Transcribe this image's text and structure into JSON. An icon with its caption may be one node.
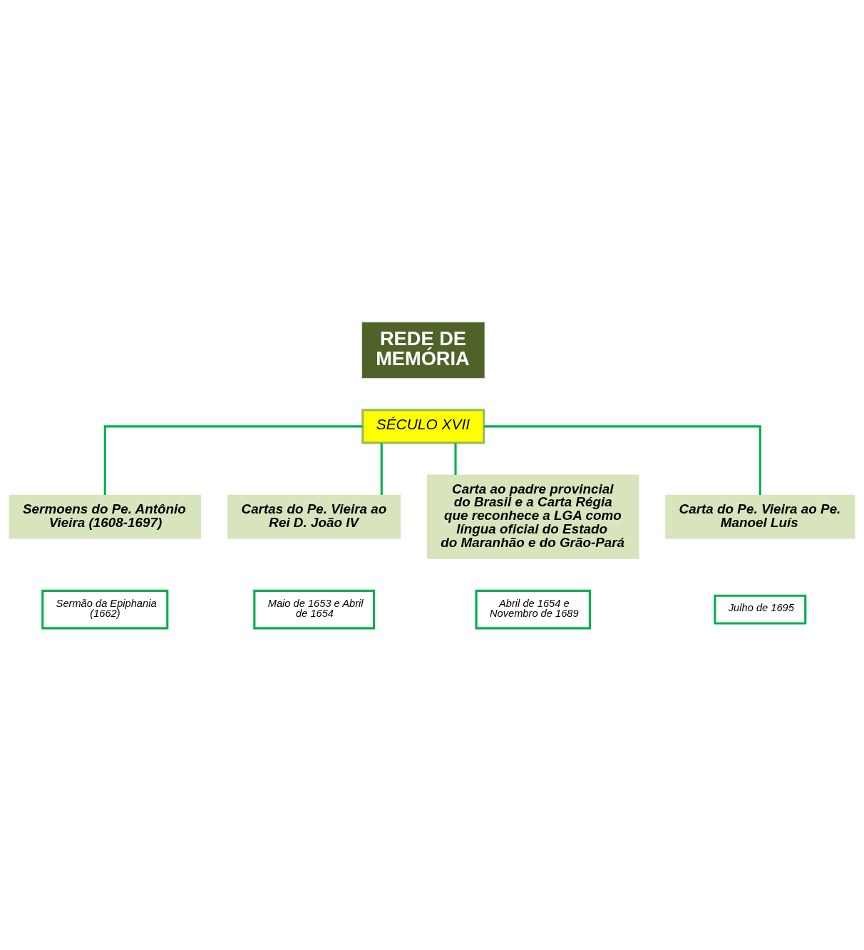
{
  "diagram": {
    "nodes": [
      {
        "text": [
          "REDE DE MEMÓRIA"
        ]
      },
      {
        "text": [
          "SÉCULO XVII"
        ]
      },
      {
        "text": [
          "Sermoens do Pe. Antônio Vieira (1608-1697)"
        ]
      },
      {
        "text": [
          "Sermão da Epiphania (1662)"
        ]
      },
      {
        "text": [
          "Cartas do Pe. Vieira ao Rei D. João IV"
        ]
      },
      {
        "text": [
          "Maio de 1653 e Abril de 1654"
        ]
      },
      {
        "text": [
          "Carta ao padre provincial do Brasil e a Carta Régia que reconhece a LGA como língua oficial do Estado do Maranhão e do Grão-Pará"
        ]
      },
      {
        "text": [
          "Abril de 1654 e Novembro de 1689"
        ]
      },
      {
        "text": [
          "Carta do Pe. Vieira ao Pe. Manoel Luís"
        ]
      },
      {
        "text": [
          "Julho de 1695"
        ]
      }
    ],
    "edges": [
      {
        "from": 1,
        "to": 2,
        "arrow": "none"
      },
      {
        "from": 1,
        "to": 4,
        "arrow": "none"
      },
      {
        "from": 1,
        "to": 6,
        "arrow": "none"
      },
      {
        "from": 1,
        "to": 8,
        "arrow": "none"
      }
    ]
  }
}
